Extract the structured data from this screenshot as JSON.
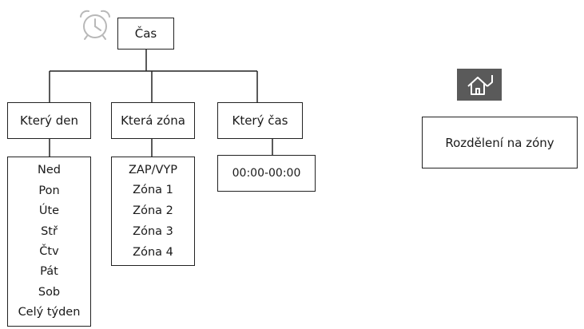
{
  "icons": {
    "alarm_clock": "alarm-clock-icon",
    "home": "home-icon"
  },
  "colors": {
    "line": "#222222",
    "clock_outline": "#b8b8b8",
    "home_bg": "#5a5a5a",
    "home_fg": "#ffffff"
  },
  "root": {
    "label": "Čas"
  },
  "branches": [
    {
      "label": "Který den",
      "items": [
        "Ned",
        "Pon",
        "Úte",
        "Stř",
        "Čtv",
        "Pát",
        "Sob",
        "Celý týden"
      ]
    },
    {
      "label": "Která zóna",
      "items": [
        "ZAP/VYP",
        "Zóna 1",
        "Zóna 2",
        "Zóna 3",
        "Zóna 4"
      ]
    },
    {
      "label": "Který čas",
      "items": [
        "00:00-00:00"
      ]
    }
  ],
  "zone_panel": {
    "label": "Rozdělení na zóny"
  }
}
